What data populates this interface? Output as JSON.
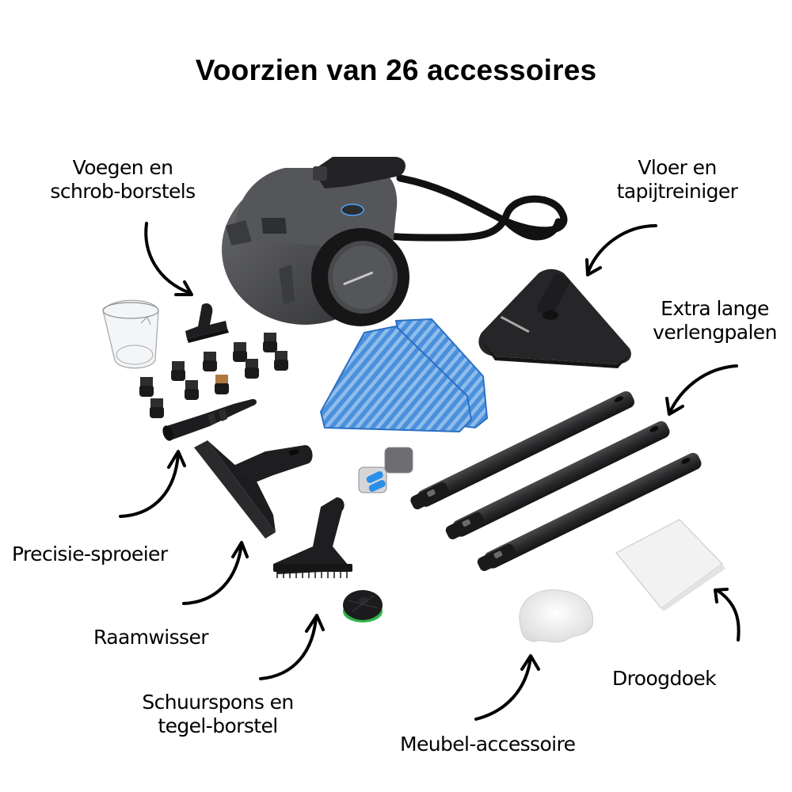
{
  "title": "Voorzien van 26 accessoires",
  "labels": {
    "grout_brushes": [
      "Voegen en",
      "schrob-borstels"
    ],
    "floor_cleaner": [
      "Vloer en",
      "tapijtreiniger"
    ],
    "extension_poles": [
      "Extra lange",
      "verlengpalen"
    ],
    "precision_nozzle": "Precisie-sproeier",
    "window_squeegee": "Raamwisser",
    "scour_sponge_tile_brush": [
      "Schuurspons en",
      "tegel-borstel"
    ],
    "furniture_accessory": "Meubel-accessoire",
    "drying_cloth": "Droogdoek"
  },
  "colors": {
    "steamer_body": "#4a4b4d",
    "accessory_black": "#1f1f21",
    "mop_pad_blue": "#3d86d6",
    "earplug_blue": "#2a8fe8",
    "sponge_green": "#2fb54a",
    "brass_brush": "#b07a3f"
  },
  "counts": {
    "round_brushes_black": 10,
    "round_brushes_brass": 1,
    "extension_poles": 3,
    "mop_pads": 2
  }
}
